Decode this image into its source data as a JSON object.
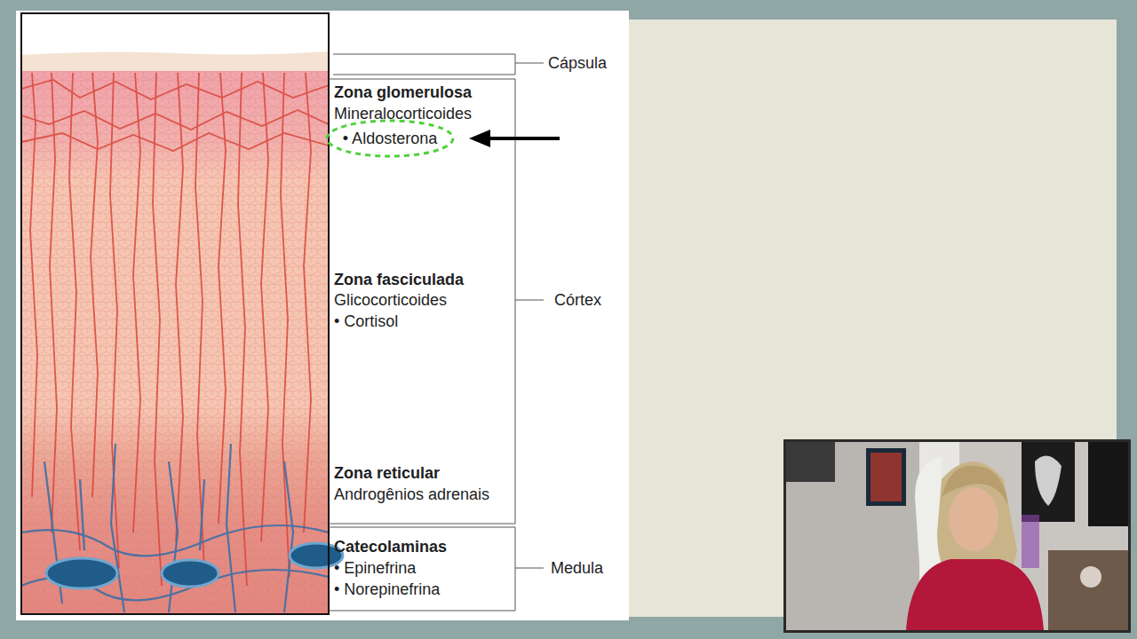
{
  "diagram": {
    "nodes": [
      {
        "text": [
          "• Aldosterona"
        ]
      }
    ],
    "labels": [
      "Cápsula",
      "Zona glomerulosa",
      "Mineralocorticoides",
      "Zona fasciculada",
      "Glicocorticoides",
      "• Cortisol",
      "Córtex",
      "Zona reticular",
      "Androgênios adrenais",
      "Catecolaminas",
      "• Epinefrina",
      "• Norepinefrina",
      "Medula"
    ]
  }
}
